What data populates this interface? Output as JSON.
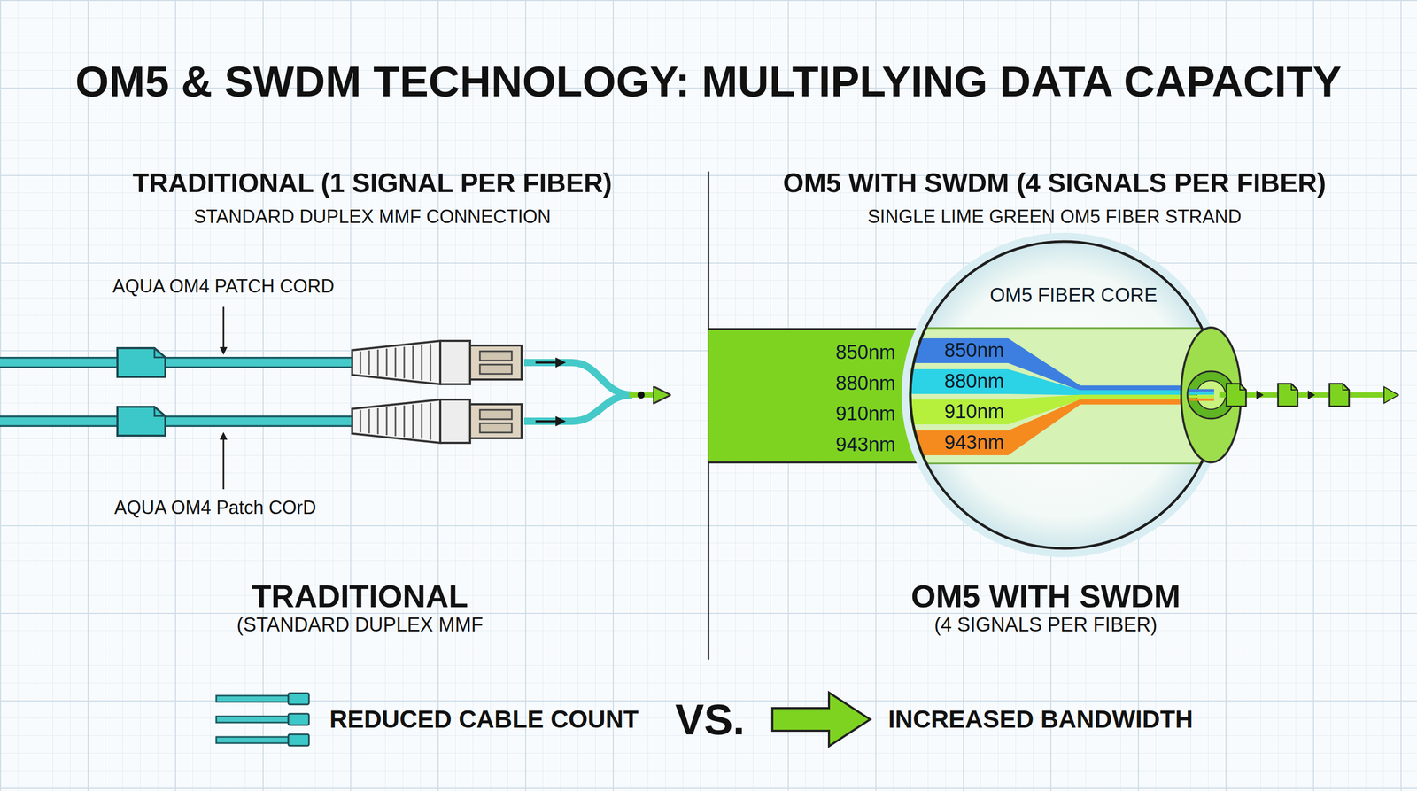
{
  "diagram": {
    "title": "OM5 & SWDM TECHNOLOGY: MULTIPLYING DATA CAPACITY",
    "nodes": [
      {
        "text": [
          "850nm",
          "880nm",
          "910nm",
          "943nm"
        ]
      },
      {
        "text": [
          "OM5 FIBER CORE",
          "850nm",
          "880nm",
          "910nm",
          "943nm"
        ]
      }
    ],
    "labels": [
      "TRADITIONAL (1 SIGNAL PER FIBER)",
      "STANDARD DUPLEX MMF CONNECTION",
      "AQUA OM4 PATCH CORD",
      "AQUA OM4 Patch COrD",
      "TRADITIONAL",
      "(STANDARD DUPLEX MMF",
      "OM5 WITH SWDM (4 SIGNALS PER FIBER)",
      "SINGLE LIME GREEN OM5 FIBER STRAND",
      "OM5 WITH SWDM",
      "(4 SIGNALS PER FIBER)",
      "VS."
    ],
    "legend": [
      {
        "text": "REDUCED CABLE COUNT"
      },
      {
        "text": "INCREASED BANDWIDTH"
      }
    ]
  }
}
